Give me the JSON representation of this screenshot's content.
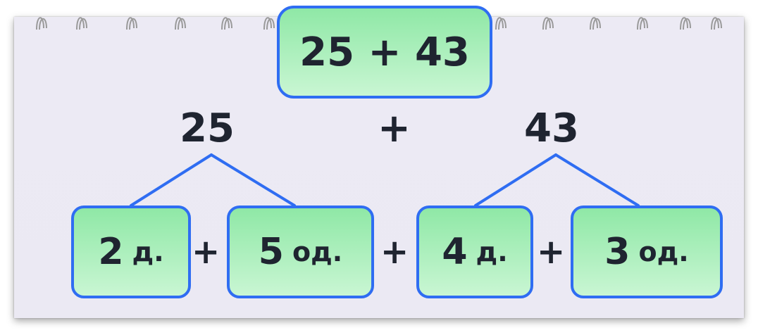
{
  "title_expression": "25 + 43",
  "top_row": {
    "left_number": "25",
    "operator": "+",
    "right_number": "43"
  },
  "bottom_row": {
    "boxes": [
      {
        "value": "2",
        "unit": "д."
      },
      {
        "value": "5",
        "unit": "од."
      },
      {
        "value": "4",
        "unit": "д."
      },
      {
        "value": "3",
        "unit": "од."
      }
    ],
    "operators": [
      "+",
      "+",
      "+"
    ]
  },
  "colors": {
    "box_border": "#2f6df2",
    "box_fill_top": "#8fe8a6",
    "box_fill_bottom": "#c9f6d3",
    "text": "#1f2430",
    "card": "#eceaf4",
    "line": "#2f6df2"
  },
  "icons": {
    "binding": "spiral-ring-icon"
  }
}
